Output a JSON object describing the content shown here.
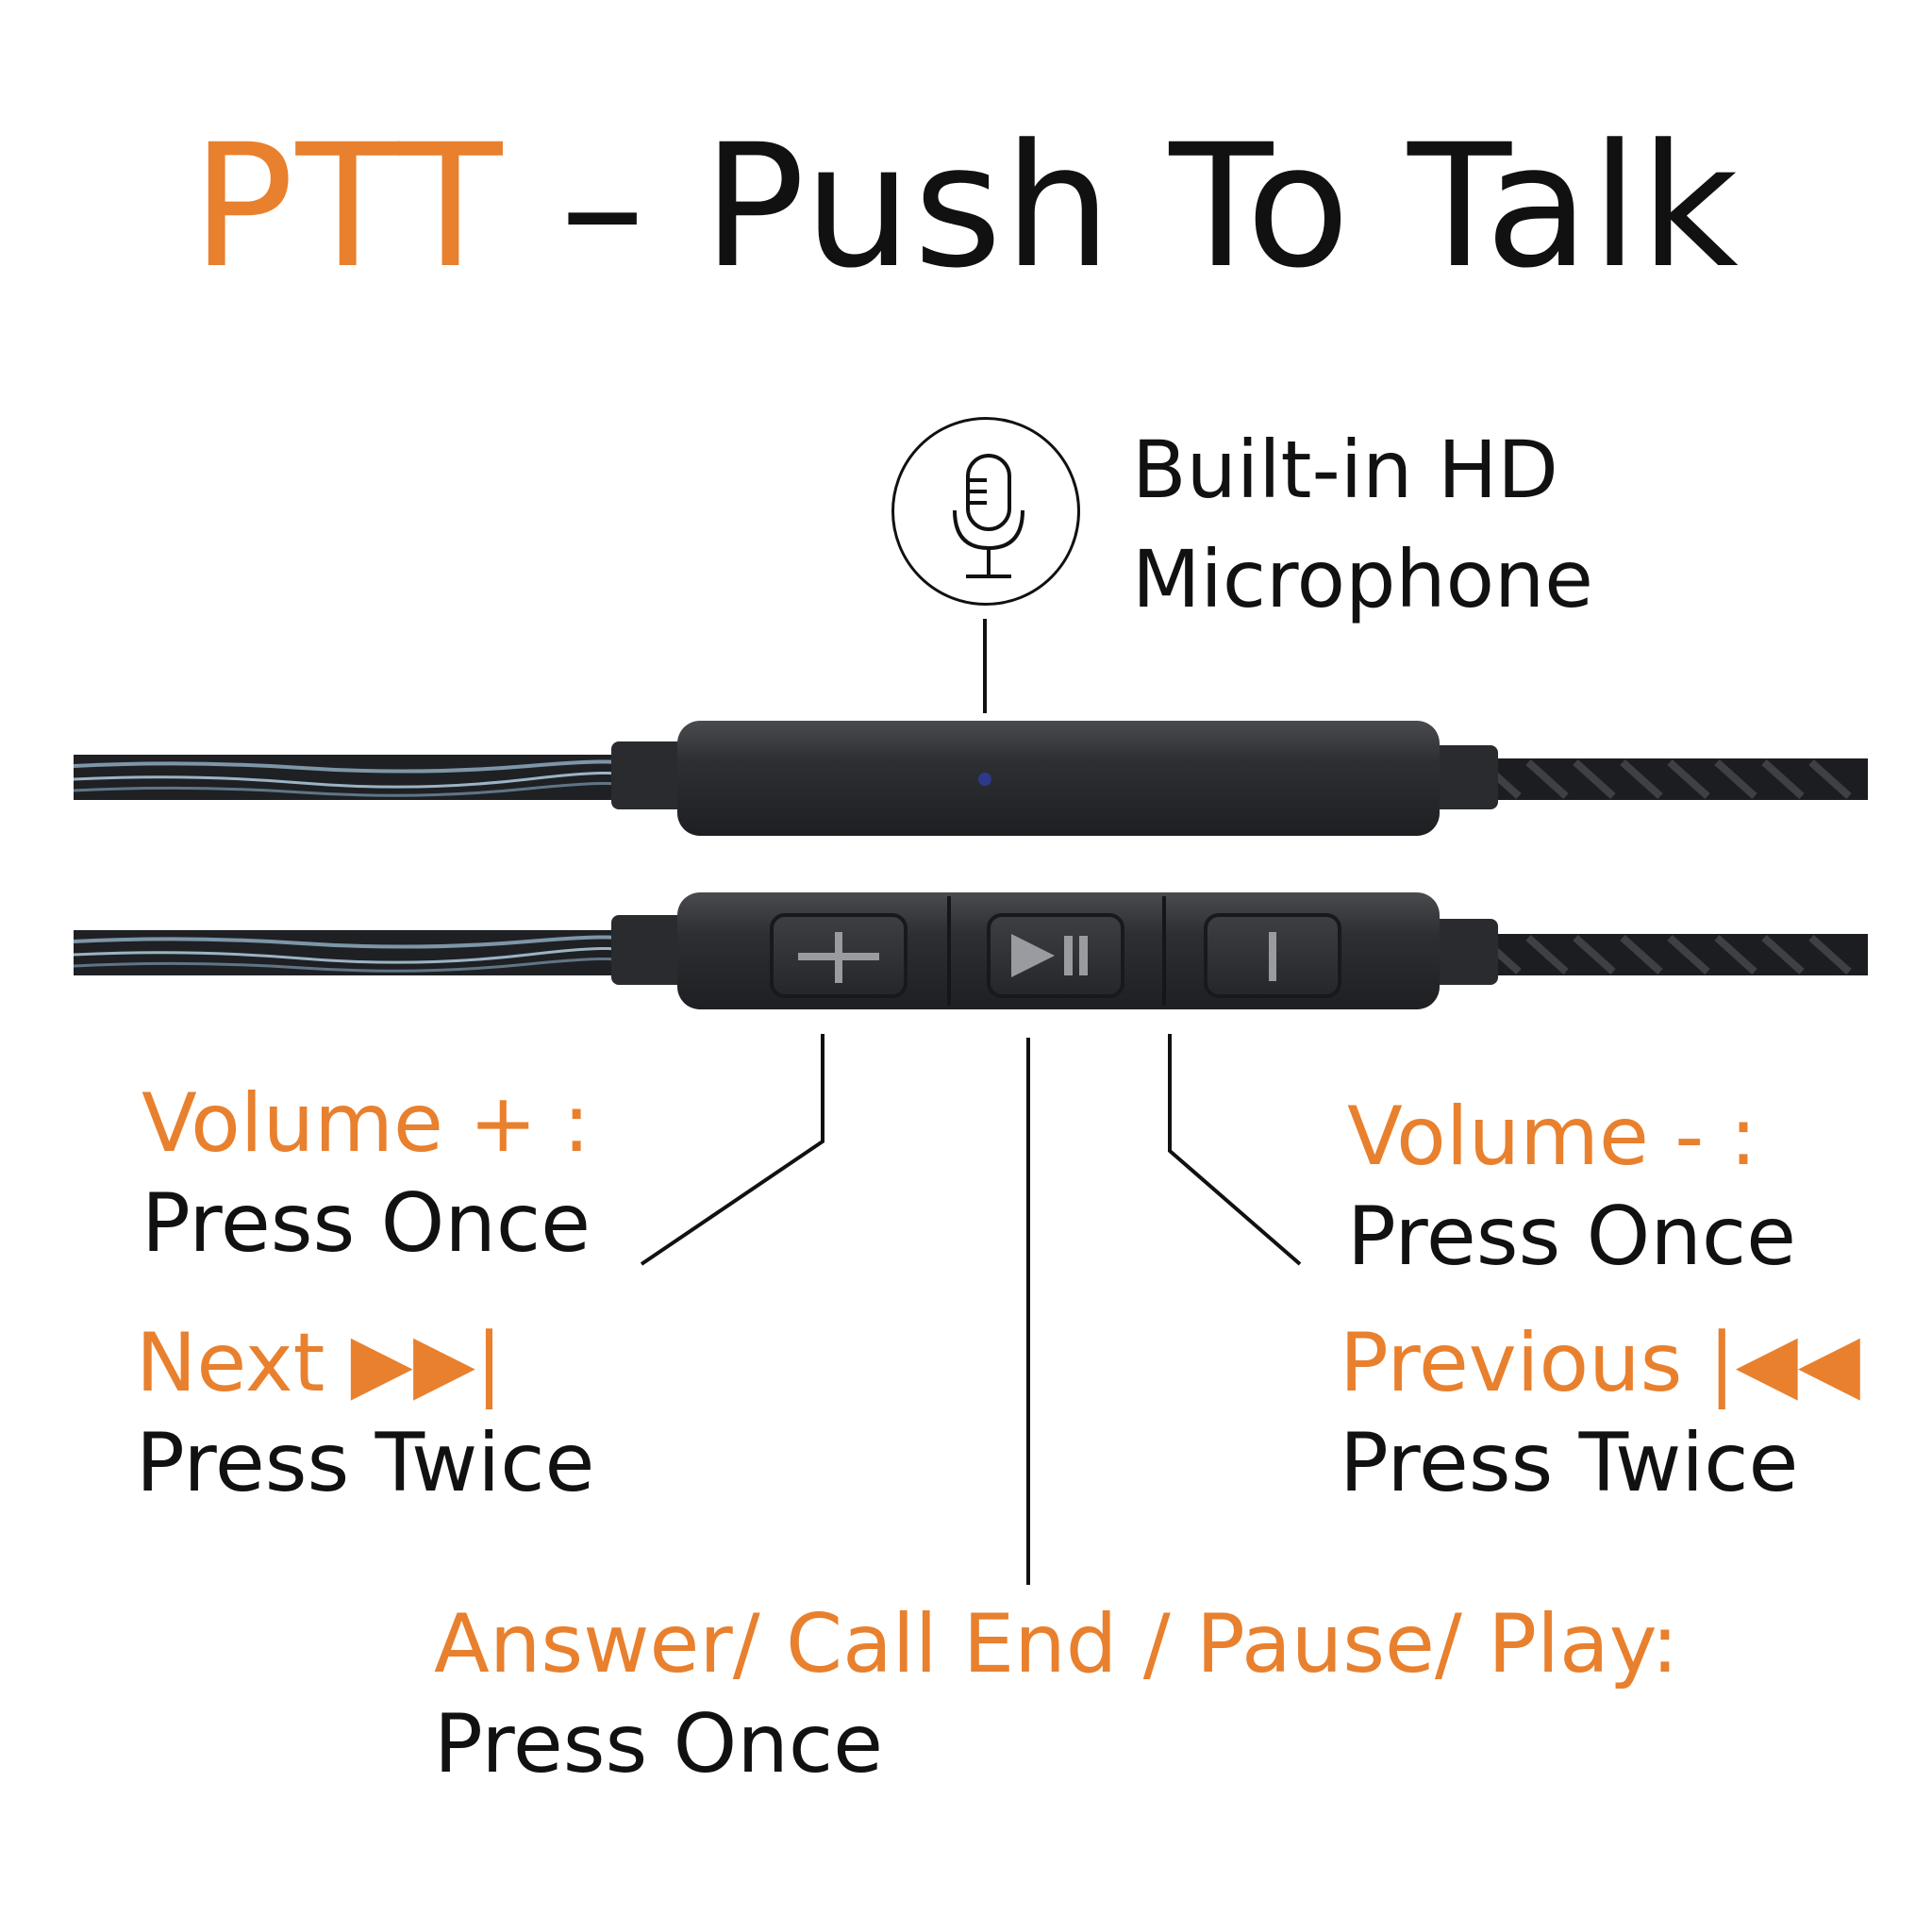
{
  "title": {
    "accent": "PTT",
    "rest": " – Push To Talk"
  },
  "microphone": {
    "line1": "Built-in HD",
    "line2": "Microphone",
    "icon": "microphone-icon"
  },
  "remote": {
    "buttons": [
      {
        "name": "volume-up-button",
        "icon": "plus-icon"
      },
      {
        "name": "play-pause-button",
        "icon": "play-pause-icon"
      },
      {
        "name": "volume-down-button",
        "icon": "minus-icon"
      }
    ]
  },
  "labels": {
    "volume_up": {
      "head": "Volume + :",
      "body": "Press Once"
    },
    "next": {
      "head": "Next ▶▶|",
      "body": "Press Twice"
    },
    "volume_down": {
      "head": "Volume - :",
      "body": "Press Once"
    },
    "previous": {
      "head": "Previous |◀◀",
      "body": "Press Twice"
    },
    "answer": {
      "head": "Answer/ Call End / Pause/ Play:",
      "body": "Press Once"
    }
  },
  "colors": {
    "accent": "#e8802e",
    "text": "#111111",
    "remote": "#2c2d30"
  }
}
